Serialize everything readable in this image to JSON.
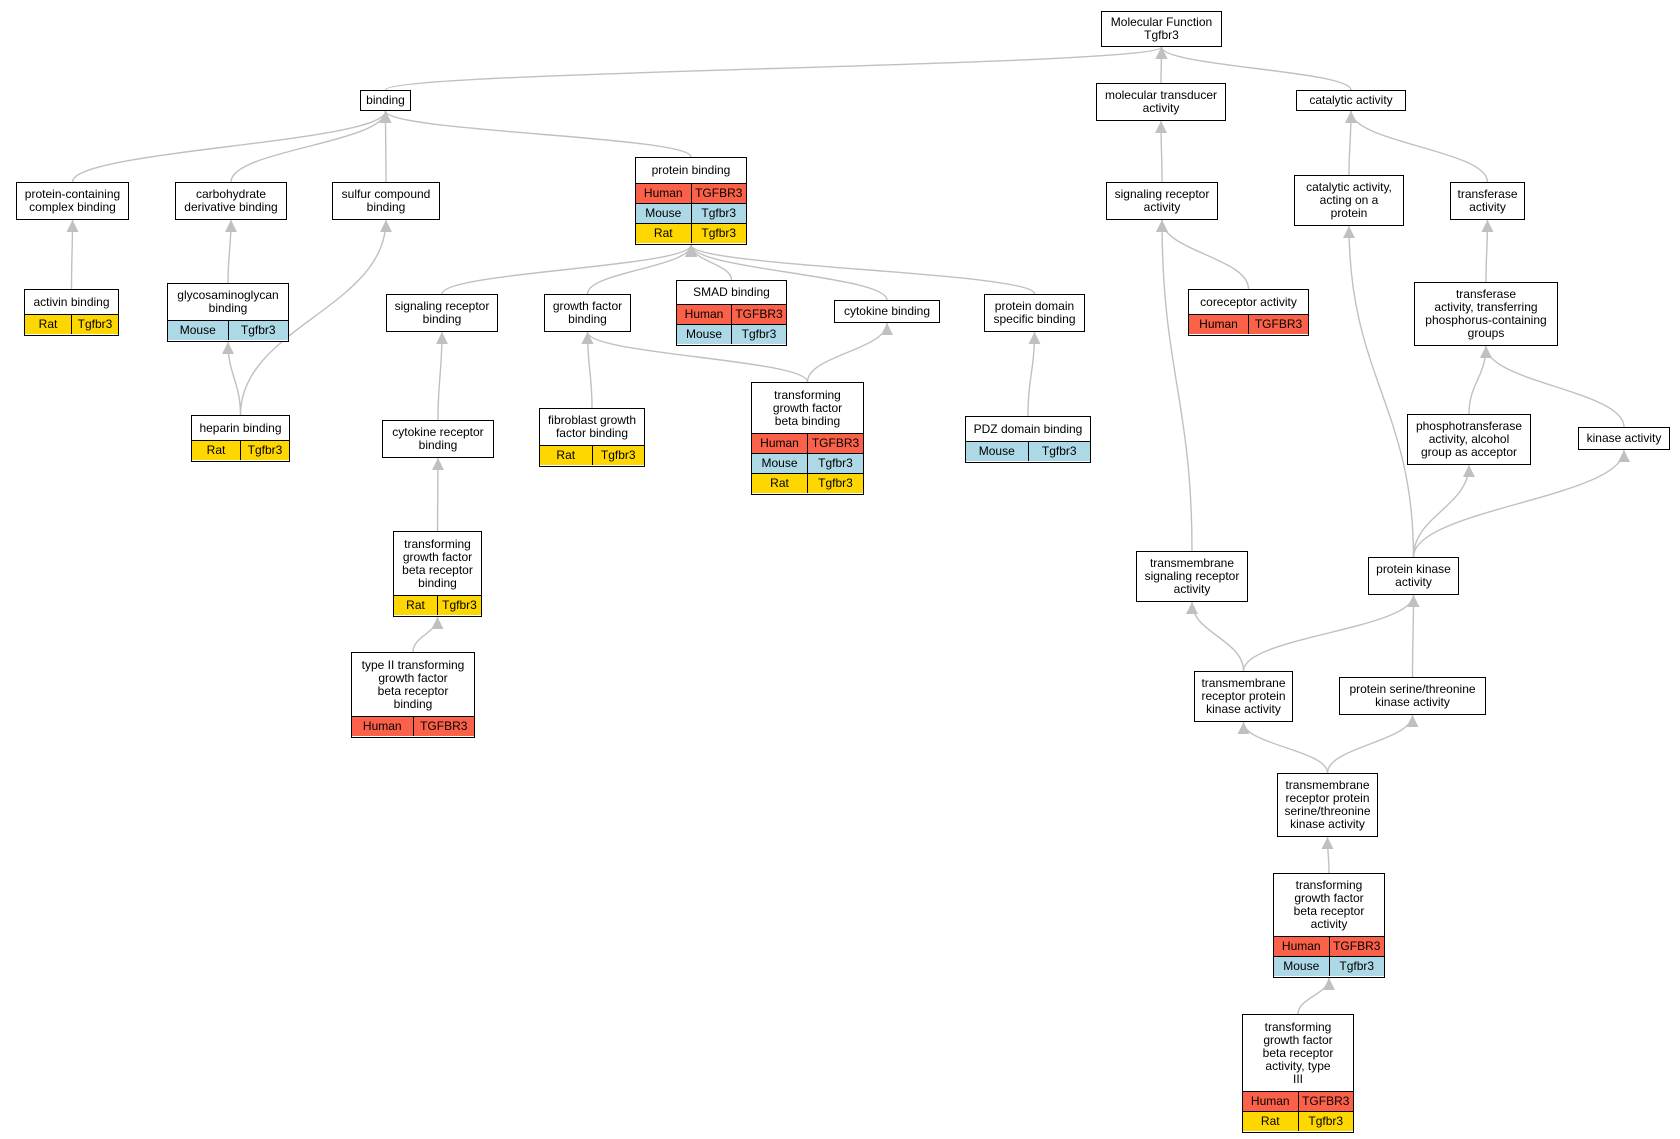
{
  "colors": {
    "Human": "#fa6148",
    "Mouse": "#add8e6",
    "Rat": "#ffd700",
    "edge": "#c0c0c0"
  },
  "nodes": [
    {
      "id": "mf",
      "label": [
        "Molecular Function",
        "Tgfbr3"
      ],
      "annotations": []
    },
    {
      "id": "binding",
      "label": [
        "binding"
      ],
      "annotations": []
    },
    {
      "id": "moltrans",
      "label": [
        "molecular transducer",
        "activity"
      ],
      "annotations": []
    },
    {
      "id": "catalytic",
      "label": [
        "catalytic activity"
      ],
      "annotations": []
    },
    {
      "id": "protcomplex",
      "label": [
        "protein-containing",
        "complex binding"
      ],
      "annotations": []
    },
    {
      "id": "carbo",
      "label": [
        "carbohydrate",
        "derivative binding"
      ],
      "annotations": []
    },
    {
      "id": "sulfur",
      "label": [
        "sulfur compound",
        "binding"
      ],
      "annotations": []
    },
    {
      "id": "protbind",
      "label": [
        "protein binding"
      ],
      "annotations": [
        [
          "Human",
          "TGFBR3"
        ],
        [
          "Mouse",
          "Tgfbr3"
        ],
        [
          "Rat",
          "Tgfbr3"
        ]
      ]
    },
    {
      "id": "sigrecact",
      "label": [
        "signaling receptor",
        "activity"
      ],
      "annotations": []
    },
    {
      "id": "catprot",
      "label": [
        "catalytic activity,",
        "acting on a",
        "protein"
      ],
      "annotations": []
    },
    {
      "id": "transferase",
      "label": [
        "transferase",
        "activity"
      ],
      "annotations": []
    },
    {
      "id": "activin",
      "label": [
        "activin binding"
      ],
      "annotations": [
        [
          "Rat",
          "Tgfbr3"
        ]
      ]
    },
    {
      "id": "gag",
      "label": [
        "glycosaminoglycan",
        "binding"
      ],
      "annotations": [
        [
          "Mouse",
          "Tgfbr3"
        ]
      ]
    },
    {
      "id": "sigrecbind",
      "label": [
        "signaling receptor",
        "binding"
      ],
      "annotations": []
    },
    {
      "id": "gfbind",
      "label": [
        "growth factor",
        "binding"
      ],
      "annotations": []
    },
    {
      "id": "smad",
      "label": [
        "SMAD binding"
      ],
      "annotations": [
        [
          "Human",
          "TGFBR3"
        ],
        [
          "Mouse",
          "Tgfbr3"
        ]
      ]
    },
    {
      "id": "cytokine",
      "label": [
        "cytokine binding"
      ],
      "annotations": []
    },
    {
      "id": "protdomain",
      "label": [
        "protein domain",
        "specific binding"
      ],
      "annotations": []
    },
    {
      "id": "corec",
      "label": [
        "coreceptor activity"
      ],
      "annotations": [
        [
          "Human",
          "TGFBR3"
        ]
      ]
    },
    {
      "id": "transphos",
      "label": [
        "transferase",
        "activity, transferring",
        "phosphorus-containing",
        "groups"
      ],
      "annotations": []
    },
    {
      "id": "heparin",
      "label": [
        "heparin binding"
      ],
      "annotations": [
        [
          "Rat",
          "Tgfbr3"
        ]
      ]
    },
    {
      "id": "cytrec",
      "label": [
        "cytokine receptor",
        "binding"
      ],
      "annotations": []
    },
    {
      "id": "fgf",
      "label": [
        "fibroblast growth",
        "factor binding"
      ],
      "annotations": [
        [
          "Rat",
          "Tgfbr3"
        ]
      ]
    },
    {
      "id": "tgfbbind",
      "label": [
        "transforming",
        "growth factor",
        "beta binding"
      ],
      "annotations": [
        [
          "Human",
          "TGFBR3"
        ],
        [
          "Mouse",
          "Tgfbr3"
        ],
        [
          "Rat",
          "Tgfbr3"
        ]
      ]
    },
    {
      "id": "pdz",
      "label": [
        "PDZ domain binding"
      ],
      "annotations": [
        [
          "Mouse",
          "Tgfbr3"
        ]
      ]
    },
    {
      "id": "phosalc",
      "label": [
        "phosphotransferase",
        "activity, alcohol",
        "group as acceptor"
      ],
      "annotations": []
    },
    {
      "id": "kinase",
      "label": [
        "kinase activity"
      ],
      "annotations": []
    },
    {
      "id": "tgfbrecbind",
      "label": [
        "transforming",
        "growth factor",
        "beta receptor",
        "binding"
      ],
      "annotations": [
        [
          "Rat",
          "Tgfbr3"
        ]
      ]
    },
    {
      "id": "tmsigrec",
      "label": [
        "transmembrane",
        "signaling receptor",
        "activity"
      ],
      "annotations": []
    },
    {
      "id": "protkinase",
      "label": [
        "protein kinase",
        "activity"
      ],
      "annotations": []
    },
    {
      "id": "type2",
      "label": [
        "type II transforming",
        "growth factor",
        "beta receptor",
        "binding"
      ],
      "annotations": [
        [
          "Human",
          "TGFBR3"
        ]
      ]
    },
    {
      "id": "tmrpk",
      "label": [
        "transmembrane",
        "receptor protein",
        "kinase activity"
      ],
      "annotations": []
    },
    {
      "id": "serthr",
      "label": [
        "protein serine/threonine",
        "kinase activity"
      ],
      "annotations": []
    },
    {
      "id": "tmrst",
      "label": [
        "transmembrane",
        "receptor protein",
        "serine/threonine",
        "kinase activity"
      ],
      "annotations": []
    },
    {
      "id": "tgfbrecact",
      "label": [
        "transforming",
        "growth factor",
        "beta receptor",
        "activity"
      ],
      "annotations": [
        [
          "Human",
          "TGFBR3"
        ],
        [
          "Mouse",
          "Tgfbr3"
        ]
      ]
    },
    {
      "id": "tgfbrec3",
      "label": [
        "transforming",
        "growth factor",
        "beta receptor",
        "activity, type",
        "III"
      ],
      "annotations": [
        [
          "Human",
          "TGFBR3"
        ],
        [
          "Rat",
          "Tgfbr3"
        ]
      ]
    }
  ],
  "edges": [
    [
      "binding",
      "mf"
    ],
    [
      "moltrans",
      "mf"
    ],
    [
      "catalytic",
      "mf"
    ],
    [
      "protcomplex",
      "binding"
    ],
    [
      "carbo",
      "binding"
    ],
    [
      "sulfur",
      "binding"
    ],
    [
      "protbind",
      "binding"
    ],
    [
      "sigrecact",
      "moltrans"
    ],
    [
      "catprot",
      "catalytic"
    ],
    [
      "transferase",
      "catalytic"
    ],
    [
      "activin",
      "protcomplex"
    ],
    [
      "gag",
      "carbo"
    ],
    [
      "heparin",
      "gag"
    ],
    [
      "heparin",
      "sulfur"
    ],
    [
      "sigrecbind",
      "protbind"
    ],
    [
      "gfbind",
      "protbind"
    ],
    [
      "smad",
      "protbind"
    ],
    [
      "cytokine",
      "protbind"
    ],
    [
      "protdomain",
      "protbind"
    ],
    [
      "corec",
      "sigrecact"
    ],
    [
      "tmsigrec",
      "sigrecact"
    ],
    [
      "transphos",
      "transferase"
    ],
    [
      "phosalc",
      "transphos"
    ],
    [
      "kinase",
      "transphos"
    ],
    [
      "protkinase",
      "catprot"
    ],
    [
      "protkinase",
      "phosalc"
    ],
    [
      "protkinase",
      "kinase"
    ],
    [
      "cytrec",
      "sigrecbind"
    ],
    [
      "tgfbrecbind",
      "cytrec"
    ],
    [
      "type2",
      "tgfbrecbind"
    ],
    [
      "fgf",
      "gfbind"
    ],
    [
      "tgfbbind",
      "gfbind"
    ],
    [
      "tgfbbind",
      "cytokine"
    ],
    [
      "pdz",
      "protdomain"
    ],
    [
      "tmrpk",
      "tmsigrec"
    ],
    [
      "tmrpk",
      "protkinase"
    ],
    [
      "serthr",
      "protkinase"
    ],
    [
      "tmrst",
      "tmrpk"
    ],
    [
      "tmrst",
      "serthr"
    ],
    [
      "tgfbrecact",
      "tmrst"
    ],
    [
      "tgfbrec3",
      "tgfbrecact"
    ]
  ]
}
